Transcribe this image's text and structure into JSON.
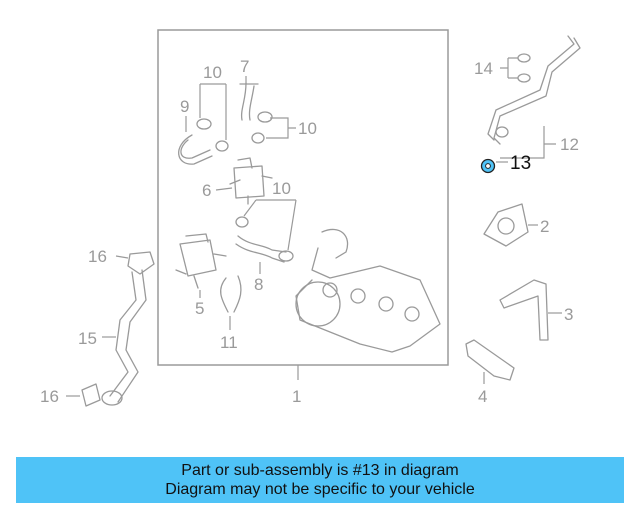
{
  "diagram": {
    "callouts": {
      "c1": "1",
      "c2": "2",
      "c3": "3",
      "c4": "4",
      "c5": "5",
      "c6": "6",
      "c7": "7",
      "c8": "8",
      "c9": "9",
      "c10a": "10",
      "c10b": "10",
      "c10c": "10",
      "c11": "11",
      "c12": "12",
      "c13": "13",
      "c14": "14",
      "c15": "15",
      "c16a": "16",
      "c16b": "16"
    },
    "highlighted_callout": "13",
    "colors": {
      "highlight": "#4fc3f7",
      "line": "#9a9a9a",
      "banner": "#4fc3f7"
    }
  },
  "banner": {
    "line1": "Part or sub-assembly is #13 in diagram",
    "line2": "Diagram may not be specific to your vehicle"
  }
}
